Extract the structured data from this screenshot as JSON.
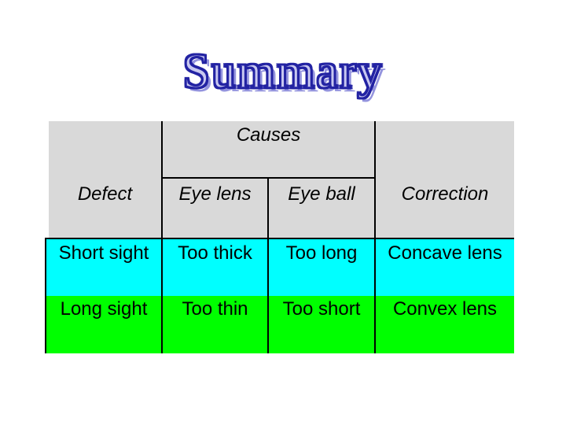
{
  "slide": {
    "title": "Summary"
  },
  "colors": {
    "title_fill": "#c8c8f0",
    "title_outline": "#2323a3",
    "title_shadow": "#9494de",
    "header_bg": "#d9d9d9",
    "row_short_sight_bg": "#00ffff",
    "row_long_sight_bg": "#00ff00",
    "border": "#000000",
    "text": "#000000"
  },
  "table": {
    "header": {
      "defect": "Defect",
      "causes": "Causes",
      "eye_lens": "Eye lens",
      "eye_ball": "Eye ball",
      "correction": "Correction"
    },
    "rows": [
      {
        "defect": "Short sight",
        "eye_lens": "Too thick",
        "eye_ball": "Too long",
        "correction": "Concave lens"
      },
      {
        "defect": "Long sight",
        "eye_lens": "Too thin",
        "eye_ball": "Too short",
        "correction": "Convex lens"
      }
    ]
  }
}
